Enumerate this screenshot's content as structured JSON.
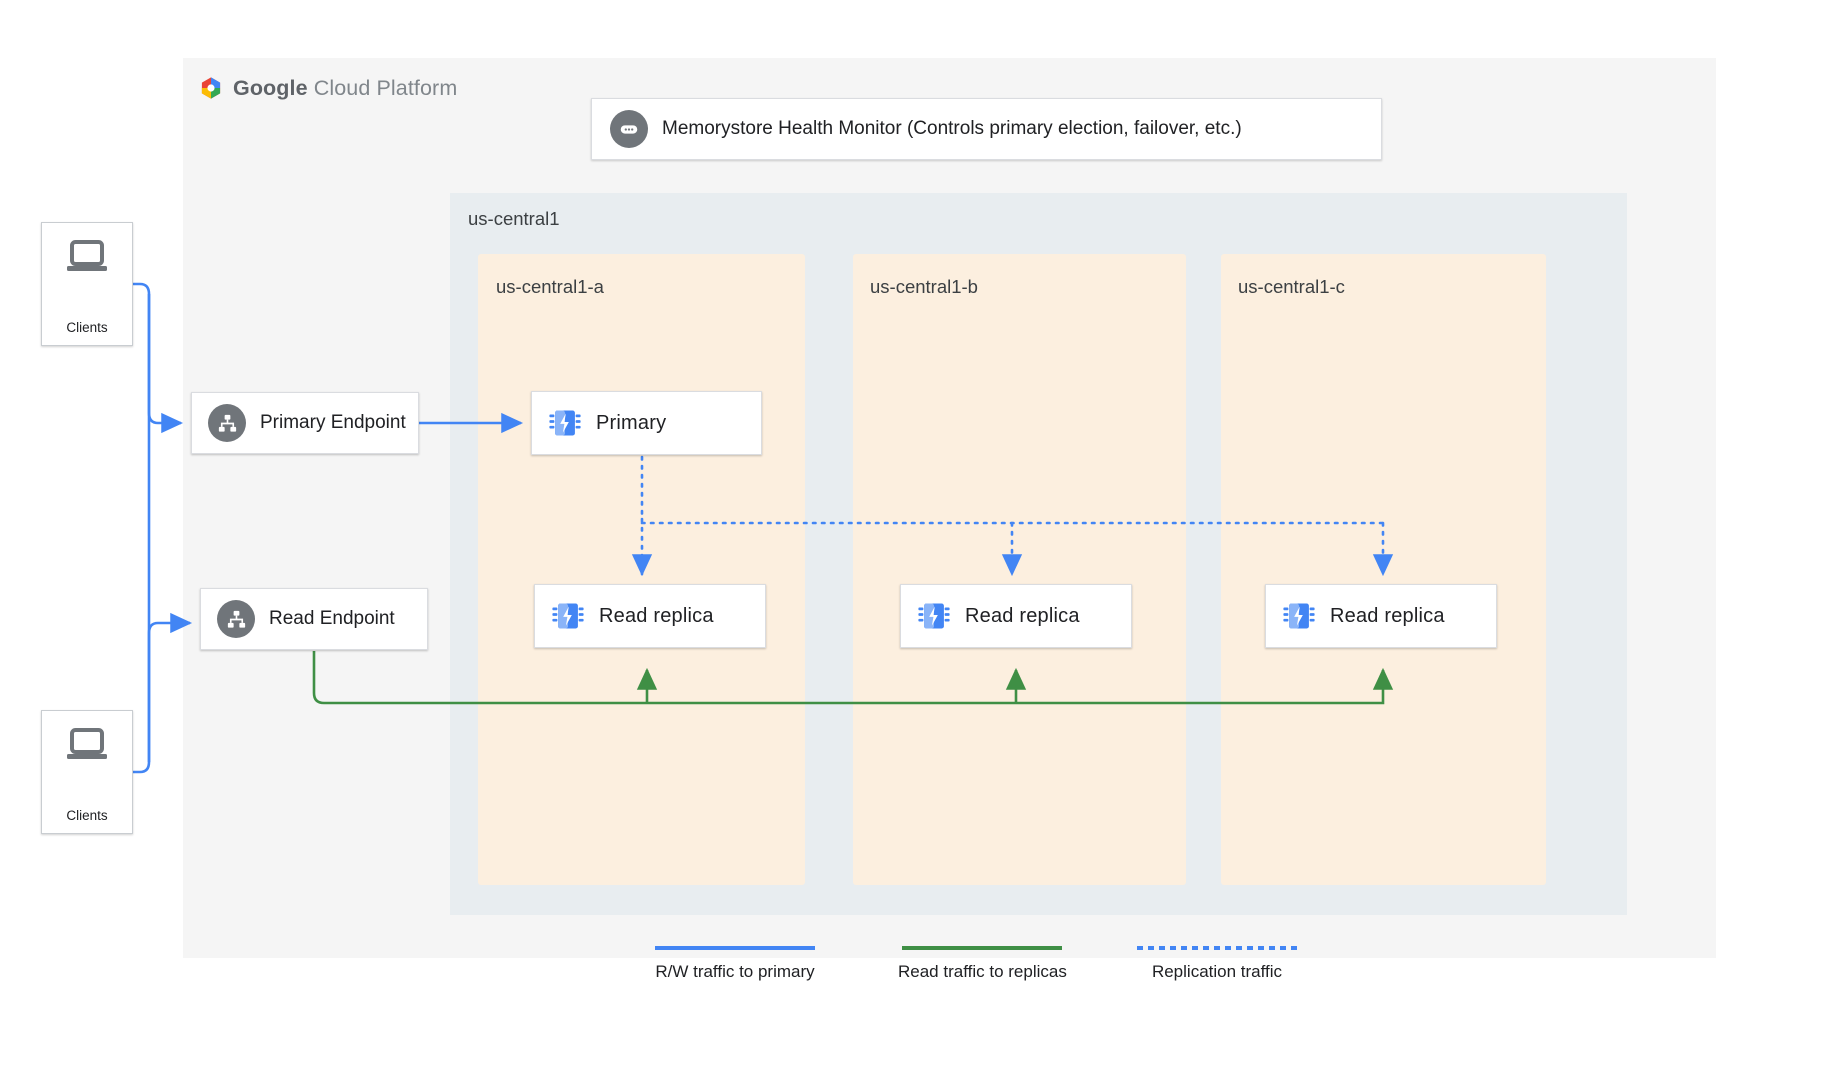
{
  "platform": {
    "brand_bold": "Google",
    "brand_light": " Cloud Platform"
  },
  "health_monitor": {
    "label": "Memorystore Health Monitor (Controls primary election, failover, etc.)",
    "icon": "dots-badge-icon"
  },
  "region": {
    "label": "us-central1",
    "background": "#e8edf0"
  },
  "zones": [
    {
      "label": "us-central1-a",
      "background": "#fcefdf"
    },
    {
      "label": "us-central1-b",
      "background": "#fcefdf"
    },
    {
      "label": "us-central1-c",
      "background": "#fcefdf"
    }
  ],
  "clients": [
    {
      "label": "Clients",
      "icon": "laptop-icon"
    },
    {
      "label": "Clients",
      "icon": "laptop-icon"
    }
  ],
  "endpoints": [
    {
      "label": "Primary Endpoint",
      "icon": "network-hierarchy-icon"
    },
    {
      "label": "Read Endpoint",
      "icon": "network-hierarchy-icon"
    }
  ],
  "nodes": [
    {
      "label": "Primary",
      "icon": "memorystore-chip-icon",
      "zone": "us-central1-a"
    },
    {
      "label": "Read replica",
      "icon": "memorystore-chip-icon",
      "zone": "us-central1-a"
    },
    {
      "label": "Read replica",
      "icon": "memorystore-chip-icon",
      "zone": "us-central1-b"
    },
    {
      "label": "Read replica",
      "icon": "memorystore-chip-icon",
      "zone": "us-central1-c"
    }
  ],
  "legend": [
    {
      "label": "R/W traffic to primary",
      "color": "#4285f4",
      "style": "solid"
    },
    {
      "label": "Read traffic to replicas",
      "color": "#3f8f45",
      "style": "solid"
    },
    {
      "label": "Replication traffic",
      "color": "#4285f4",
      "style": "dotted"
    }
  ],
  "colors": {
    "blue": "#4285f4",
    "green": "#3f8f45",
    "panel": "#f5f5f5",
    "region": "#e8edf0",
    "zone": "#fcefdf",
    "icon_gray": "#70757a"
  }
}
